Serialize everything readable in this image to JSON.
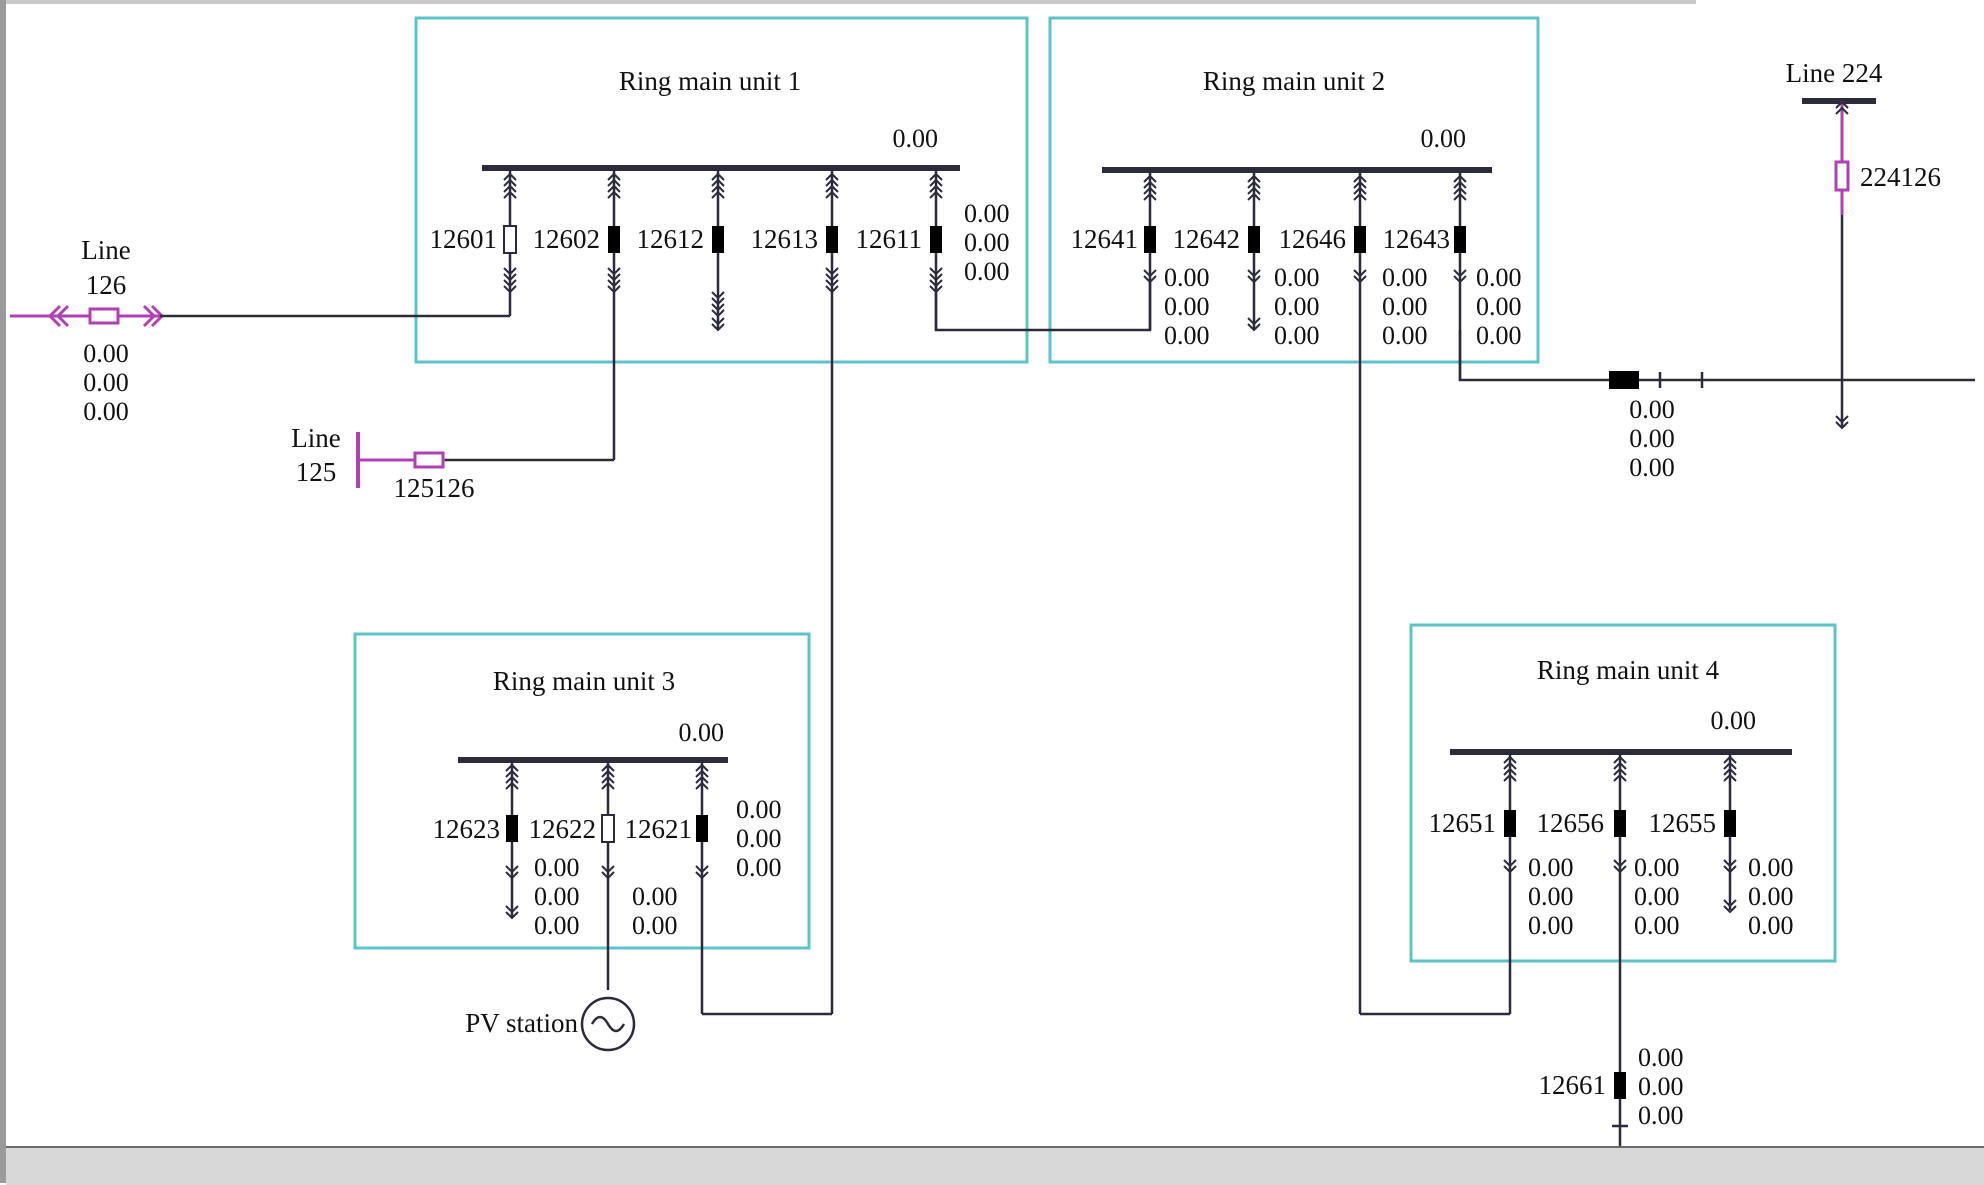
{
  "colors": {
    "wire": "#2b2b3a",
    "feeder": "#b23fb4",
    "unit_box": "#5cc3c8",
    "breaker_closed": "#000000",
    "breaker_open": "#ffffff",
    "status_bar": "#d8d8d8"
  },
  "units": {
    "u1": {
      "title": "Ring main unit 1",
      "bus_value": "0.00",
      "sw": [
        "12601",
        "12602",
        "12612",
        "12613",
        "12611"
      ],
      "vals": [
        "0.00",
        "0.00",
        "0.00"
      ]
    },
    "u2": {
      "title": "Ring main unit 2",
      "bus_value": "0.00",
      "sw": [
        "12641",
        "12642",
        "12646",
        "12643"
      ],
      "vals": [
        "0.00",
        "0.00",
        "0.00"
      ]
    },
    "u3": {
      "title": "Ring main unit 3",
      "bus_value": "0.00",
      "sw": [
        "12623",
        "12622",
        "12621"
      ],
      "vals": [
        "0.00",
        "0.00",
        "0.00"
      ]
    },
    "u4": {
      "title": "Ring main unit 4",
      "bus_value": "0.00",
      "sw": [
        "12651",
        "12656",
        "12655"
      ],
      "vals": [
        "0.00",
        "0.00",
        "0.00"
      ]
    }
  },
  "lines": {
    "l126": {
      "label1": "Line",
      "label2": "126",
      "vals": [
        "0.00",
        "0.00",
        "0.00"
      ]
    },
    "l125": {
      "label1": "Line",
      "label2": "125",
      "sw": "125126"
    },
    "l224": {
      "label": "Line 224",
      "sw": "224126"
    },
    "tie_vals": [
      "0.00",
      "0.00",
      "0.00"
    ]
  },
  "pv": {
    "label": "PV station"
  },
  "sw12661": {
    "label": "12661",
    "vals": [
      "0.00",
      "0.00",
      "0.00"
    ]
  },
  "icons": {
    "generator": "ac-generator-icon",
    "breaker": "breaker-icon",
    "arrows": "double-arrow-icon"
  }
}
